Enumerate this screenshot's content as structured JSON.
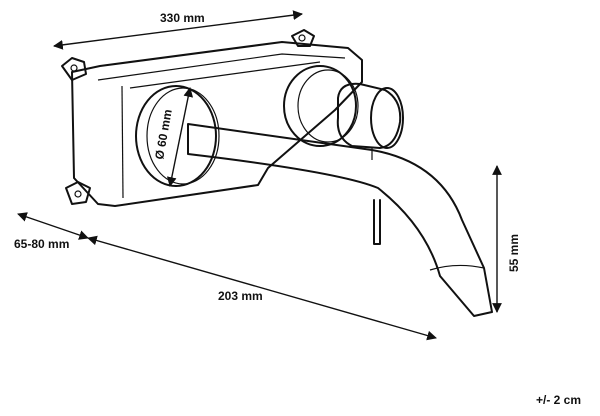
{
  "dimensions": {
    "box_width": "330 mm",
    "diameter": "Ø 60 mm",
    "depth_range": "65-80 mm",
    "spout_length": "203 mm",
    "spout_height": "55 mm",
    "tolerance": "+/- 2 cm"
  },
  "colors": {
    "line": "#111111",
    "background": "#ffffff"
  }
}
